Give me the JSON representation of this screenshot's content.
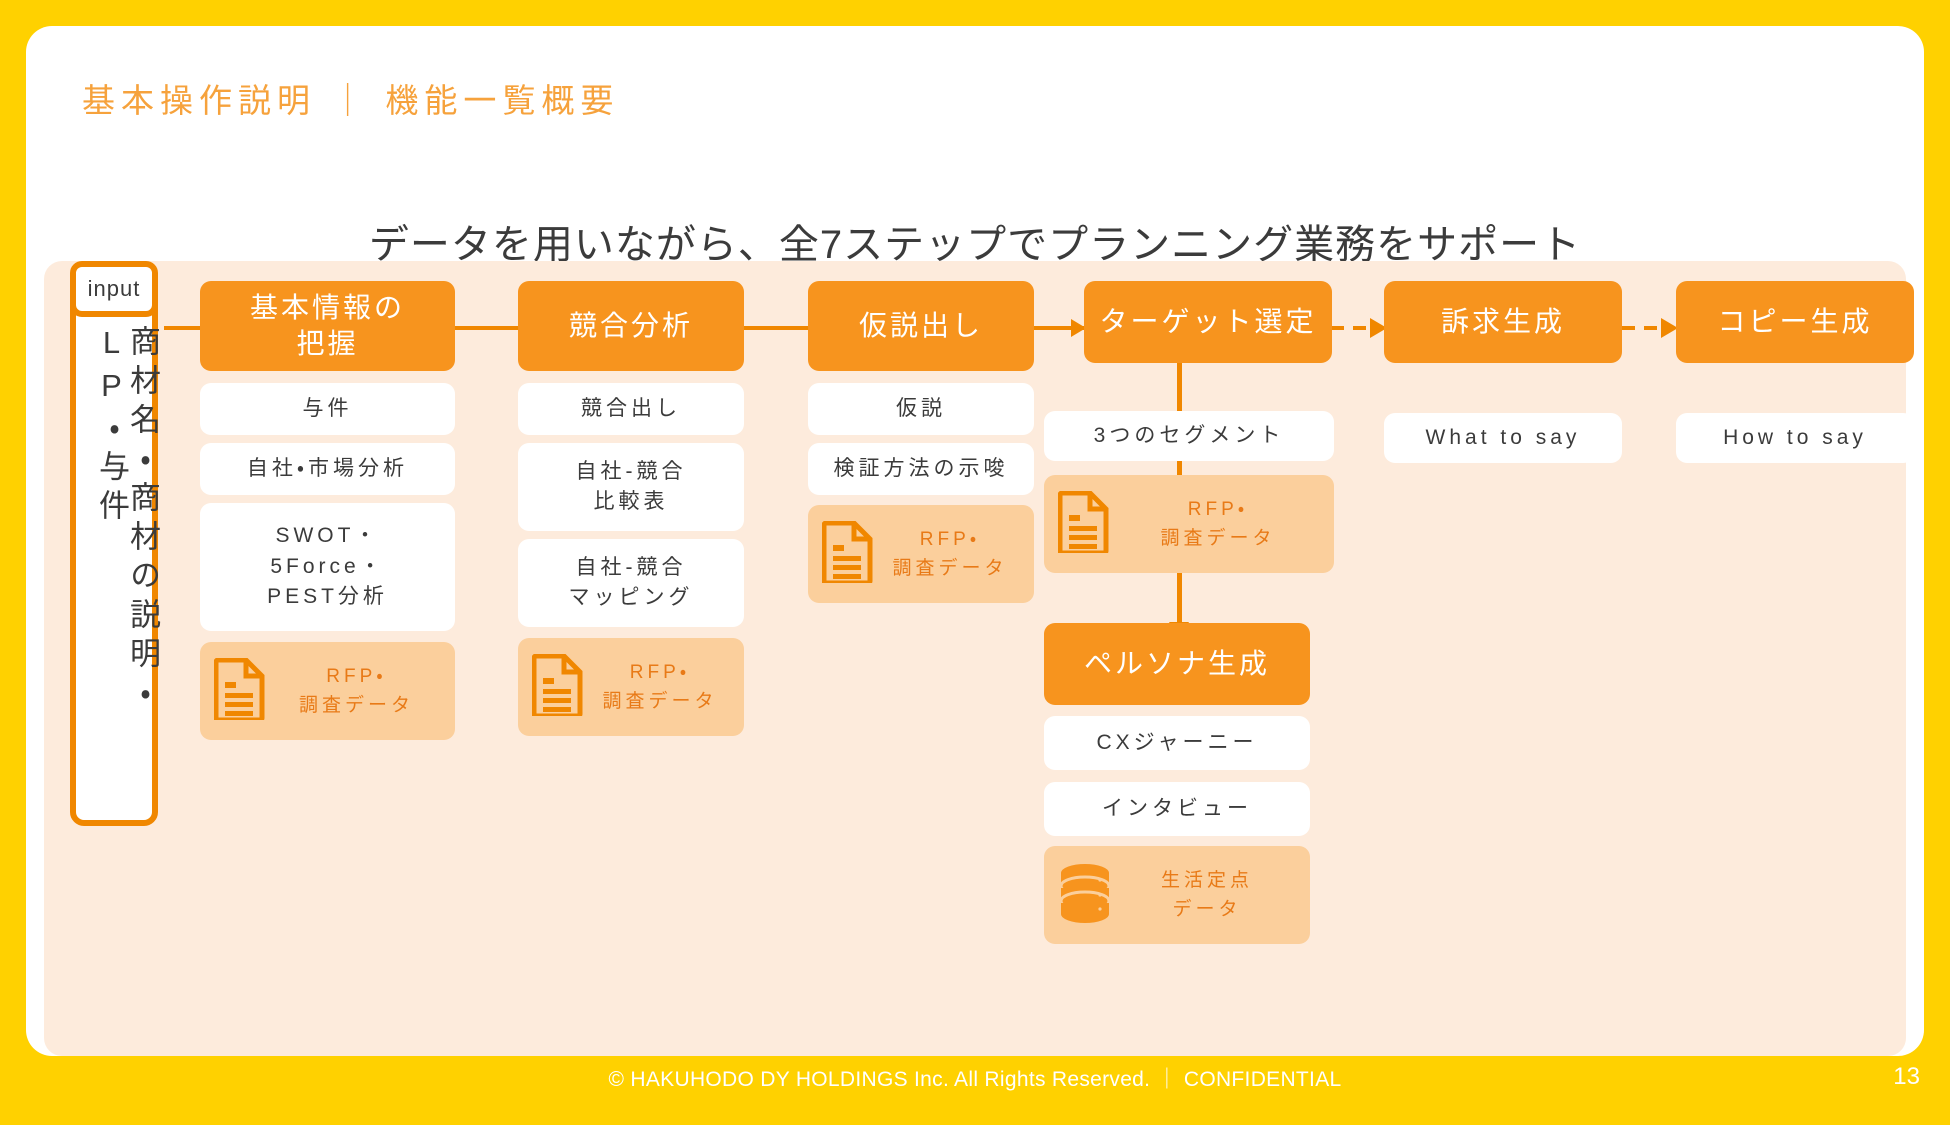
{
  "slide": {
    "title": "基本操作説明 ｜ 機能一覧概要",
    "headline": "データを用いながら、全7ステップでプランニング業務をサポート",
    "title_color": "#F6A23C",
    "accent_color": "#F7941E",
    "panel_color": "#FDEBDC",
    "brand_bar_color": "#FFD100"
  },
  "footer": {
    "copyright": "© HAKUHODO DY HOLDINGS Inc. All  Rights  Reserved. ｜ CONFIDENTIAL",
    "page_number": "13"
  },
  "input_column": {
    "badge": "input",
    "vertical_text": "商材名・商材の説明・LP・与件"
  },
  "steps": [
    {
      "id": "step1",
      "header": "基本情報の\n把握",
      "chips": [
        "与件",
        "自社・市場分析",
        "SWOT・\n5Force・\nPEST分析"
      ],
      "data_chip": {
        "label": "RFP・\n調査データ",
        "icon": "document-icon"
      }
    },
    {
      "id": "step2",
      "header": "競合分析",
      "chips": [
        "競合出し",
        "自社-競合\n比較表",
        "自社-競合\nマッピング"
      ],
      "data_chip": {
        "label": "RFP・\n調査データ",
        "icon": "document-icon"
      }
    },
    {
      "id": "step3",
      "header": "仮説出し",
      "chips": [
        "仮説",
        "検証方法の示唆"
      ],
      "data_chip": {
        "label": "RFP・\n調査データ",
        "icon": "document-icon"
      }
    },
    {
      "id": "step4",
      "header": "ターゲット選定",
      "chips": [
        "3つのセグメント"
      ],
      "data_chip": {
        "label": "RFP・\n調査データ",
        "icon": "document-icon"
      }
    },
    {
      "id": "step5",
      "header": "ペルソナ生成",
      "chips": [
        "CXジャーニー",
        "インタビュー"
      ],
      "data_chip": {
        "label": "生活定点\nデータ",
        "icon": "database-icon"
      }
    },
    {
      "id": "step6",
      "header": "訴求生成",
      "chips": [
        "What to say"
      ],
      "data_chip": null
    },
    {
      "id": "step7",
      "header": "コピー生成",
      "chips": [
        "How to say"
      ],
      "data_chip": null
    }
  ],
  "connectors": [
    {
      "from": "input",
      "to": "step1",
      "style": "plain"
    },
    {
      "from": "step1",
      "to": "step2",
      "style": "plain"
    },
    {
      "from": "step2",
      "to": "step3",
      "style": "plain"
    },
    {
      "from": "step3",
      "to": "step4",
      "style": "solid-arrow"
    },
    {
      "from": "step4",
      "to": "step6",
      "style": "dashed-arrow"
    },
    {
      "from": "step6",
      "to": "step7",
      "style": "dashed-arrow"
    },
    {
      "from": "step4",
      "to": "step5",
      "style": "vertical-arrow"
    }
  ]
}
